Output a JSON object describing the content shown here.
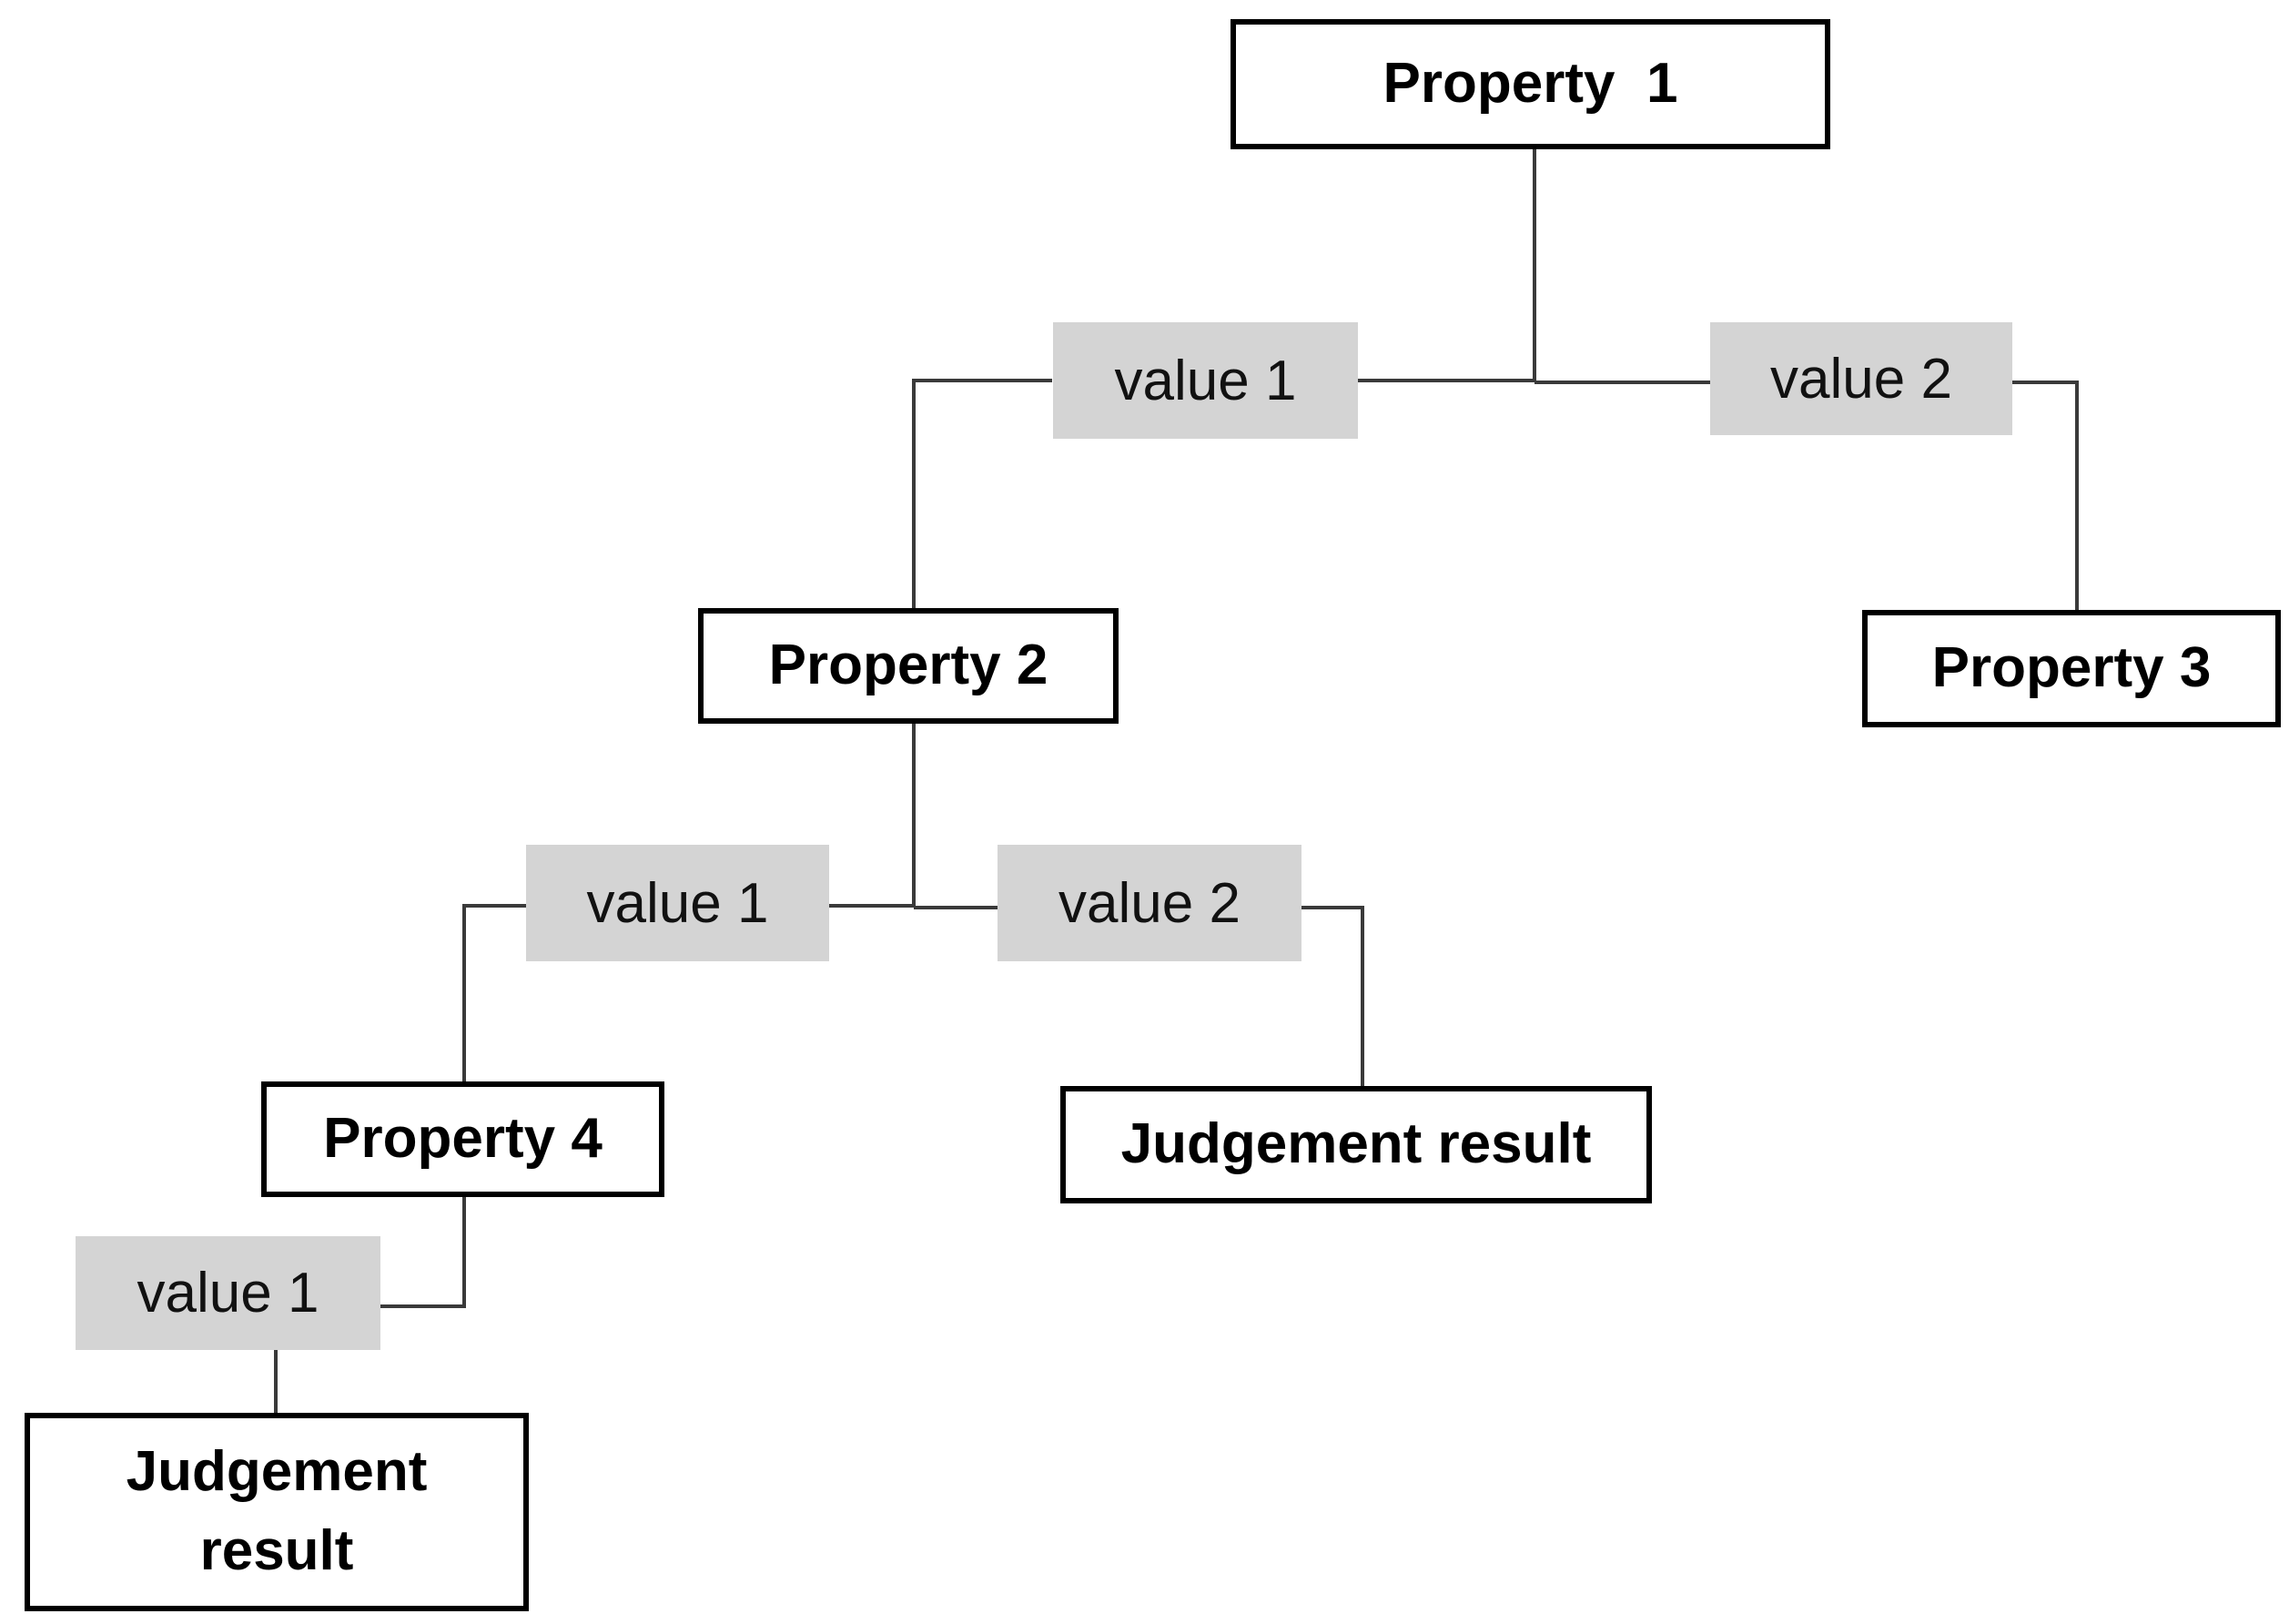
{
  "nodes": {
    "property_1": "Property  1",
    "property_2": "Property 2",
    "property_3": "Property 3",
    "property_4": "Property 4",
    "judgement_result_mid": "Judgement result",
    "judgement_result_bottom": "Judgement result"
  },
  "edges": {
    "p1_value_1": "value 1",
    "p1_value_2": "value 2",
    "p2_value_1": "value 1",
    "p2_value_2": "value 2",
    "p4_value_1": "value 1"
  },
  "colors": {
    "node_border": "#000000",
    "edge_label_bg": "#d4d4d4",
    "connector": "#3a3a3a"
  }
}
